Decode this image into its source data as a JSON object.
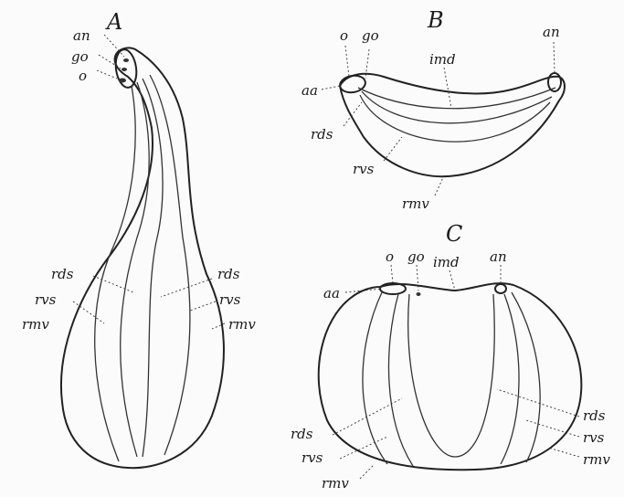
{
  "figure": {
    "panel_a": {
      "title": "A",
      "labels": {
        "an": "an",
        "go": "go",
        "o": "o",
        "rds_left": "rds",
        "rds_right": "rds",
        "rvs_left": "rvs",
        "rvs_right": "rvs",
        "rmv_left": "rmv",
        "rmv_right": "rmv"
      }
    },
    "panel_b": {
      "title": "B",
      "labels": {
        "o": "o",
        "go": "go",
        "an": "an",
        "aa": "aa",
        "imd": "imd",
        "rds": "rds",
        "rvs": "rvs",
        "rmv": "rmv"
      }
    },
    "panel_c": {
      "title": "C",
      "labels": {
        "o": "o",
        "go": "go",
        "an": "an",
        "aa": "aa",
        "imd": "imd",
        "rds_left": "rds",
        "rds_right": "rds",
        "rvs_left": "rvs",
        "rvs_right": "rvs",
        "rmv_left": "rmv",
        "rmv_right": "rmv"
      }
    }
  }
}
